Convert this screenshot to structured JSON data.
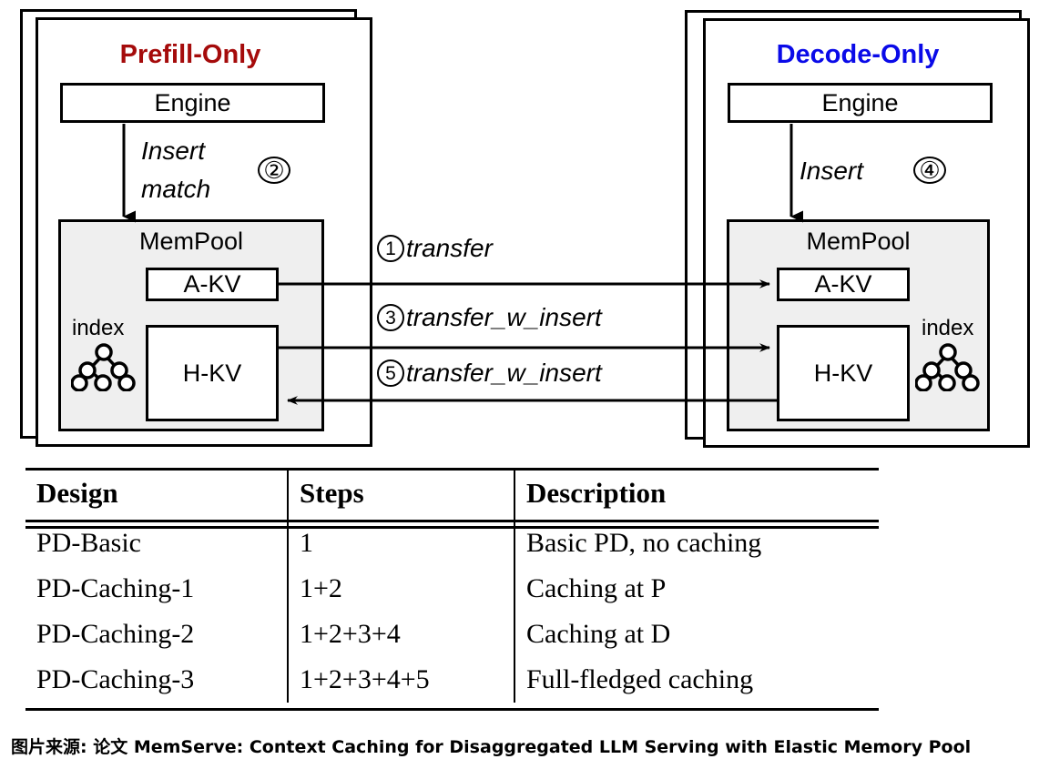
{
  "diagram": {
    "left_panel": {
      "title": "Prefill-Only",
      "title_color": "#A50B0B",
      "engine_label": "Engine",
      "mempool_label": "MemPool",
      "akv_label": "A-KV",
      "hkv_label": "H-KV",
      "index_label": "index",
      "op_line1": "Insert",
      "op_line2": "match",
      "step_badge": "②"
    },
    "right_panel": {
      "title": "Decode-Only",
      "title_color": "#0A0AE8",
      "engine_label": "Engine",
      "mempool_label": "MemPool",
      "akv_label": "A-KV",
      "hkv_label": "H-KV",
      "index_label": "index",
      "op_line1": "Insert",
      "step_badge": "④"
    },
    "transfers": [
      {
        "num": "1",
        "label": "transfer",
        "direction": "right"
      },
      {
        "num": "3",
        "label": "transfer_w_insert",
        "direction": "right"
      },
      {
        "num": "5",
        "label": "transfer_w_insert",
        "direction": "left"
      }
    ]
  },
  "table": {
    "headers": [
      "Design",
      "Steps",
      "Description"
    ],
    "rows": [
      [
        "PD-Basic",
        "1",
        "Basic PD, no caching"
      ],
      [
        "PD-Caching-1",
        "1+2",
        "Caching at P"
      ],
      [
        "PD-Caching-2",
        "1+2+3+4",
        "Caching at D"
      ],
      [
        "PD-Caching-3",
        "1+2+3+4+5",
        "Full-fledged caching"
      ]
    ]
  },
  "caption": {
    "prefix": "图片来源: 论文 ",
    "text": "MemServe: Context Caching for Disaggregated LLM Serving with Elastic Memory Pool",
    "full": "图片来源: 论文 MemServe: Context Caching for Disaggregated LLM Serving with Elastic Memory Pool"
  }
}
